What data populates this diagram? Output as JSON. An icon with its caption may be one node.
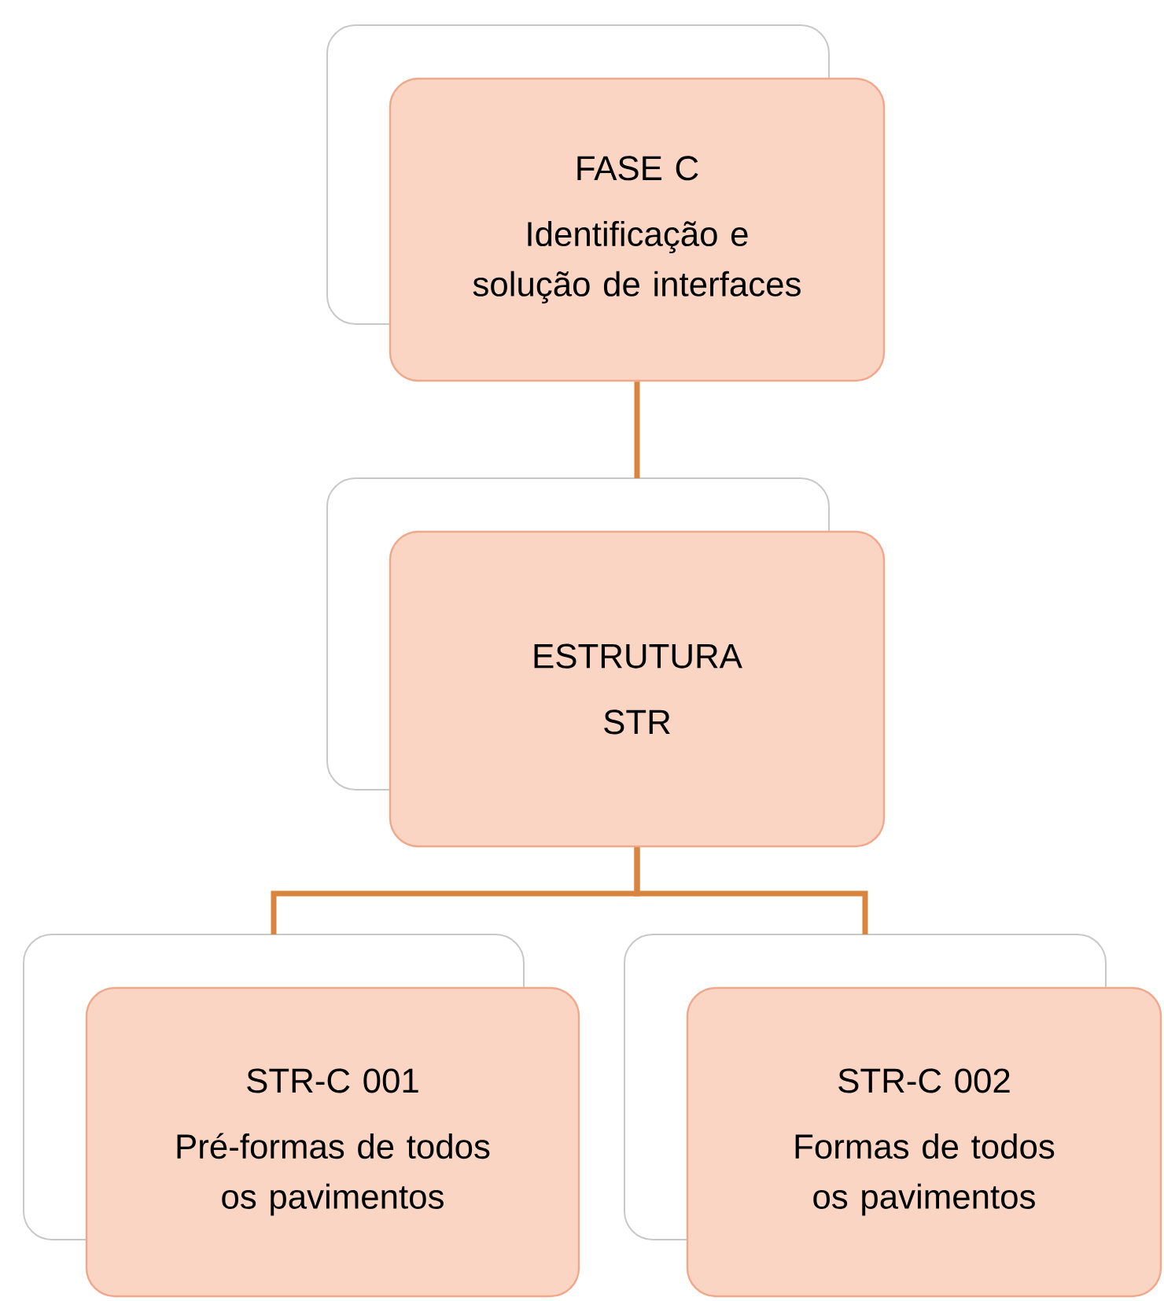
{
  "diagram": {
    "nodes": [
      {
        "text": [
          "FASE C",
          "Identificação e solução de interfaces"
        ]
      },
      {
        "text": [
          "ESTRUTURA",
          "STR"
        ]
      },
      {
        "text": [
          "STR-C 001",
          "Pré-formas de todos os pavimentos"
        ]
      },
      {
        "text": [
          "STR-C 002",
          "Formas de todos os pavimentos"
        ]
      }
    ],
    "edges": [
      {
        "from": 0,
        "to": 1,
        "arrow": "none"
      },
      {
        "from": 1,
        "to": 2,
        "arrow": "none"
      },
      {
        "from": 1,
        "to": 3,
        "arrow": "none"
      }
    ]
  }
}
